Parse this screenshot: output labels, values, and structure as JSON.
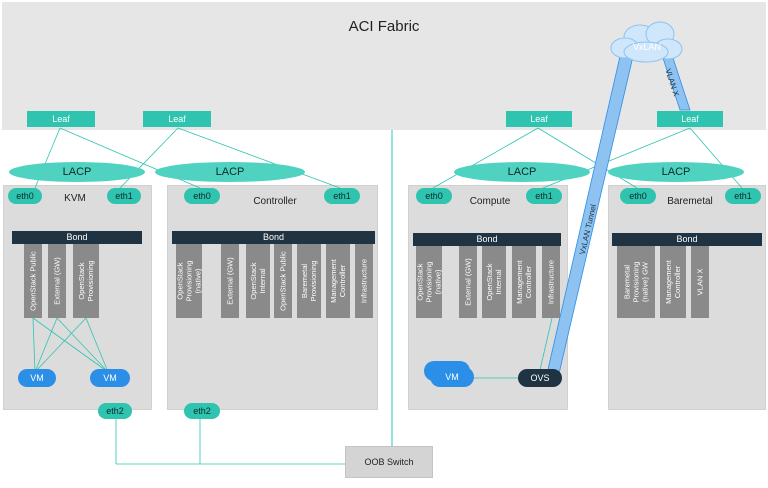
{
  "fabric": {
    "title": "ACI Fabric"
  },
  "cloud": {
    "label": "VxLAN"
  },
  "leaves": [
    "Leaf",
    "Leaf",
    "Leaf",
    "Leaf"
  ],
  "lacp_label": "LACP",
  "hosts": {
    "kvm": {
      "title": "KVM",
      "eth0": "eth0",
      "eth1": "eth1",
      "bond": "Bond",
      "ports": [
        "OpenStack Public",
        "External (GW)",
        "OpenStack\nProvisioning"
      ],
      "vms": [
        "VM",
        "VM"
      ],
      "eth2": "eth2"
    },
    "controller": {
      "title": "Controller",
      "eth0": "eth0",
      "eth1": "eth1",
      "bond": "Bond",
      "ports": [
        "OpenStack\nProvisioning\n(native)",
        "External (GW)",
        "OpenStack\nInternal",
        "OpenStack Public",
        "Baremetal\nProvisioning",
        "Management\nController",
        "Infrastructure"
      ],
      "eth2": "eth2"
    },
    "compute": {
      "title": "Compute",
      "eth0": "eth0",
      "eth1": "eth1",
      "bond": "Bond",
      "ports": [
        "OpenStack\nProvisioning\n(native)",
        "External (GW)",
        "OpenStack\nInternal",
        "Management\nController",
        "Infrastructure"
      ],
      "vm": "VM",
      "ovs": "OVS"
    },
    "baremetal": {
      "title": "Baremetal",
      "eth0": "eth0",
      "eth1": "eth1",
      "bond": "Bond",
      "ports": [
        "Baremetal\nProvisioning\n(native) GW",
        "Management\nController",
        "VLAN X"
      ]
    }
  },
  "tunnel": {
    "vxlan_label": "VxLAN Tunnel",
    "vlan_label": "VLAN X"
  },
  "oob": {
    "label": "OOB Switch"
  },
  "colors": {
    "teal": "#2ec4b0",
    "navy": "#1f3343",
    "blue": "#2b8fe8",
    "gray": "#8a8a8a"
  }
}
